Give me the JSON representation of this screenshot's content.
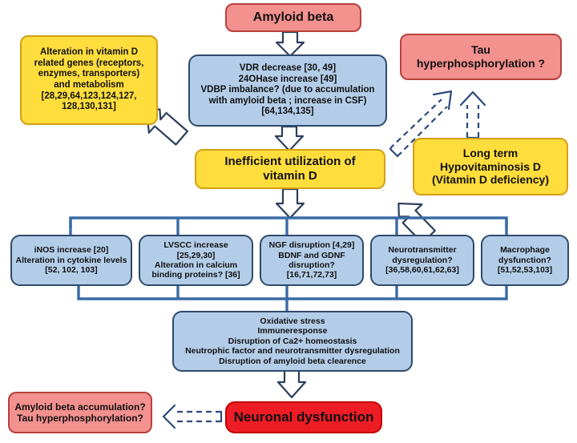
{
  "diagram": {
    "title": "Vitamin D and Alzheimer's disease pathway diagram",
    "colors": {
      "pink": "#f3918f",
      "pink_border": "#b8413f",
      "yellow": "#ffdd3c",
      "yellow_border": "#d4a017",
      "blue": "#b3cde8",
      "blue_border": "#2e4a6b",
      "red": "#ee1c25",
      "connector": "#3a6ba5",
      "arrow_outline": "#2b3f5c"
    },
    "nodes": {
      "amyloid_beta": "Amyloid beta",
      "vitamin_d_genes": "Alteration in vitamin D related genes (receptors, enzymes, transporters) and metabolism [28,29,64,123,124,127, 128,130,131]",
      "vitamin_d_genes_lines": [
        "Alteration in vitamin D",
        "related genes (receptors,",
        "enzymes, transporters)",
        "and metabolism",
        "[28,29,64,123,124,127,",
        "128,130,131]"
      ],
      "vdr_block_lines": [
        "VDR decrease [30, 49]",
        "24OHase increase [49]",
        "VDBP imbalance? (due to accumulation",
        "with amyloid beta ; increase in CSF)",
        "[64,134,135]"
      ],
      "tau_hyperphos": "Tau hyperphosphorylation ?",
      "tau_hyperphos_lines": [
        "Tau",
        "hyperphosphorylation ?"
      ],
      "inefficient_utilization_lines": [
        "Inefficient utilization of",
        "vitamin D"
      ],
      "hypovitaminosis_lines": [
        "Long term",
        "Hypovitaminosis D",
        "(Vitamin D deficiency)"
      ],
      "row_boxes": [
        {
          "name": "inos",
          "lines": [
            "iNOS increase [20]",
            "Alteration in cytokine levels",
            "[52, 102, 103]"
          ]
        },
        {
          "name": "lvscc",
          "lines": [
            "LVSCC increase",
            "[25,29,30]",
            "Alteration in calcium",
            "binding proteins? [36]"
          ]
        },
        {
          "name": "ngf",
          "lines": [
            "NGF disruption [4,29]",
            "BDNF and GDNF",
            "disruption?",
            "[16,71,72,73]"
          ]
        },
        {
          "name": "neurotransmitter",
          "lines": [
            "Neurotransmitter",
            "dysregulation?",
            "[36,58,60,61,62,63]"
          ]
        },
        {
          "name": "macrophage",
          "lines": [
            "Macrophage",
            "dysfunction?",
            "[51,52,53,103]"
          ]
        }
      ],
      "summary_lines": [
        "Oxidative stress",
        "Immuneresponse",
        "Disruption of Ca2+ homeostasis",
        "Neutrophic factor and neurotransmitter dysregulation",
        "Disruption of amyloid beta clearence"
      ],
      "neuronal_dysfunction": "Neuronal dysfunction",
      "feedback_lines": [
        "Amyloid beta accumulation?",
        "Tau hyperphosphorylation?"
      ]
    }
  }
}
